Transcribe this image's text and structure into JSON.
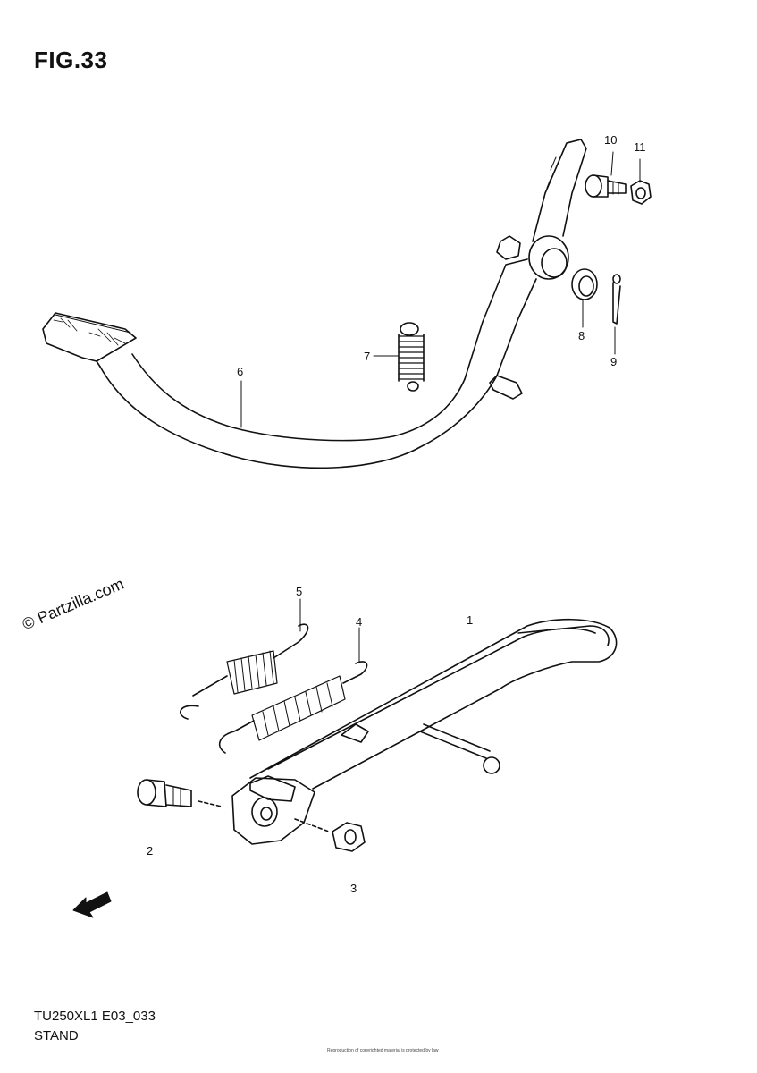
{
  "figure": {
    "title": "FIG.33"
  },
  "callouts": {
    "c1": "1",
    "c2": "2",
    "c3": "3",
    "c4": "4",
    "c5": "5",
    "c6": "6",
    "c7": "7",
    "c8": "8",
    "c9": "9",
    "c10": "10",
    "c11": "11"
  },
  "arrow": {
    "label": "FWD"
  },
  "watermark": "© Partzilla.com",
  "footer": {
    "code": "TU250XL1 E03_033",
    "name": "STAND",
    "small_print": "Reproduction of copyrighted material is protected by law"
  },
  "colors": {
    "line": "#111111",
    "background": "#ffffff"
  }
}
